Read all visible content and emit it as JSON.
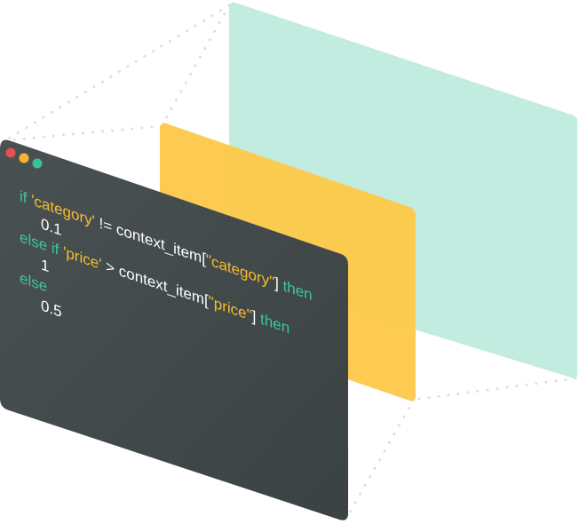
{
  "colors": {
    "background": "#ffffff",
    "panel_back": "#c3ece0",
    "panel_middle": "#fdc94a",
    "terminal_body": "#3b4244",
    "terminal_highlight": "#4a5153",
    "guide_lines": "#dedede",
    "dot_close": "#e94f4f",
    "dot_minimize": "#f6b730",
    "dot_maximize": "#39c29a",
    "code_keyword": "#3dc79f",
    "code_string": "#f7bd2b",
    "code_plain": "#ffffff"
  },
  "window_controls": [
    "close-dot",
    "minimize-dot",
    "maximize-dot"
  ],
  "code_lines": [
    {
      "indent": 0,
      "tokens": [
        {
          "text": "if ",
          "kind": "keyword"
        },
        {
          "text": "'category'",
          "kind": "string"
        },
        {
          "text": " != context_item[",
          "kind": "plain"
        },
        {
          "text": "\"category\"",
          "kind": "string"
        },
        {
          "text": "] ",
          "kind": "plain"
        },
        {
          "text": "then",
          "kind": "keyword"
        }
      ]
    },
    {
      "indent": 1,
      "tokens": [
        {
          "text": "0.1",
          "kind": "plain"
        }
      ]
    },
    {
      "indent": 0,
      "tokens": [
        {
          "text": "else if ",
          "kind": "keyword"
        },
        {
          "text": "'price'",
          "kind": "string"
        },
        {
          "text": " > context_item[",
          "kind": "plain"
        },
        {
          "text": "\"price\"",
          "kind": "string"
        },
        {
          "text": "] ",
          "kind": "plain"
        },
        {
          "text": "then",
          "kind": "keyword"
        }
      ]
    },
    {
      "indent": 1,
      "tokens": [
        {
          "text": "1",
          "kind": "plain"
        }
      ]
    },
    {
      "indent": 0,
      "tokens": [
        {
          "text": "else",
          "kind": "keyword"
        }
      ]
    },
    {
      "indent": 1,
      "tokens": [
        {
          "text": "0.5",
          "kind": "plain"
        }
      ]
    }
  ]
}
